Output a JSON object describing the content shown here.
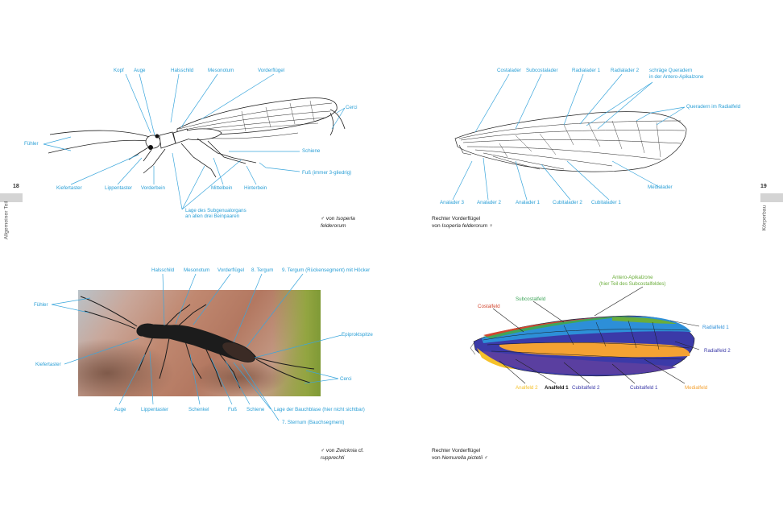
{
  "pages": {
    "left_number": "18",
    "right_number": "19",
    "left_side_text": "Allgemeiner Teil",
    "right_side_text": "Körperbau"
  },
  "fig1": {
    "labels": {
      "kopf": "Kopf",
      "auge": "Auge",
      "halsschild": "Halsschild",
      "mesonotum": "Mesonotum",
      "vorderfluegel": "Vorderflügel",
      "cerci": "Cerci",
      "fuehler": "Fühler",
      "schiene": "Schiene",
      "fuss": "Fuß (immer 3-gliedrig)",
      "kiefertaster": "Kiefertaster",
      "lippentaster": "Lippentaster",
      "vorderbein": "Vorderbein",
      "mittelbein": "Mittelbein",
      "hinterbein": "Hinterbein",
      "subgenual_1": "Lage des Subgenualorgans",
      "subgenual_2": "an allen drei Beinpaaren"
    },
    "caption_symbol": "♂",
    "caption_1": "von",
    "caption_species_1": "Isoperla",
    "caption_species_2": "felderorum"
  },
  "fig2": {
    "labels": {
      "costalader": "Costalader",
      "subcostalader": "Subcostalader",
      "radialader1": "Radialader 1",
      "radialader2": "Radialader 2",
      "schraege_1": "schräge Queradern",
      "schraege_2": "in der Antero-Apikalzone",
      "queradern": "Queradern im Radialfeld",
      "medialader": "Medialader",
      "analader3": "Analader 3",
      "analader2": "Analader 2",
      "analader1": "Analader 1",
      "cubitalader2": "Cubitalader 2",
      "cubitalader1": "Cubitalader 1"
    },
    "caption_1": "Rechter Vorderflügel",
    "caption_2": "von",
    "caption_species": "Isoperla felderorum",
    "caption_symbol": "♀"
  },
  "fig3": {
    "labels": {
      "halsschild": "Halsschild",
      "mesonotum": "Mesonotum",
      "vorderfluegel": "Vorderflügel",
      "tergum8": "8. Tergum",
      "tergum9": "9. Tergum (Rückensegment) mit Höcker",
      "fuehler": "Fühler",
      "epiprokt": "Epiproktspitze",
      "kiefertaster": "Kiefertaster",
      "cerci": "Cerci",
      "auge": "Auge",
      "lippentaster": "Lippentaster",
      "schenkel": "Schenkel",
      "fuss": "Fuß",
      "schiene": "Schiene",
      "bauchblase": "Lage der Bauchblase (hier nicht sichtbar)",
      "sternum": "7. Sternum (Bauchsegment)"
    },
    "caption_symbol": "♂",
    "caption_1": "von",
    "caption_species_1": "Zwicknia",
    "caption_cf": "cf.",
    "caption_species_2": "rupprechti"
  },
  "fig4": {
    "labels": {
      "antero_1": "Antero-Apikalzone",
      "antero_2": "(hier Teil des Subcostalfeldes)",
      "subcostalfeld": "Subcostalfeld",
      "costalfeld": "Costalfeld",
      "radialfeld1": "Radialfeld 1",
      "radialfeld2": "Radialfeld 2",
      "analfeld2": "Analfeld 2",
      "analfeld1": "Analfeld 1",
      "cubitalfeld2": "Cubitalfeld 2",
      "cubitalfeld1": "Cubitalfeld 1",
      "medialfeld": "Medialfeld"
    },
    "caption_1": "Rechter Vorderflügel",
    "caption_2": "von",
    "caption_species": "Nemurella pictetii",
    "caption_symbol": "♂"
  },
  "colors": {
    "label_blue": "#2a9fd6",
    "costal_red": "#d2462e",
    "subcostal_green": "#3fa55a",
    "antero_green": "#6aad3a",
    "radial1_blue": "#2d8fd8",
    "radial2_indigo": "#3b3aa8",
    "anal2_yellow": "#f5c12a",
    "medial_orange": "#f4a233",
    "cubital_purple": "#5a3fa0"
  }
}
